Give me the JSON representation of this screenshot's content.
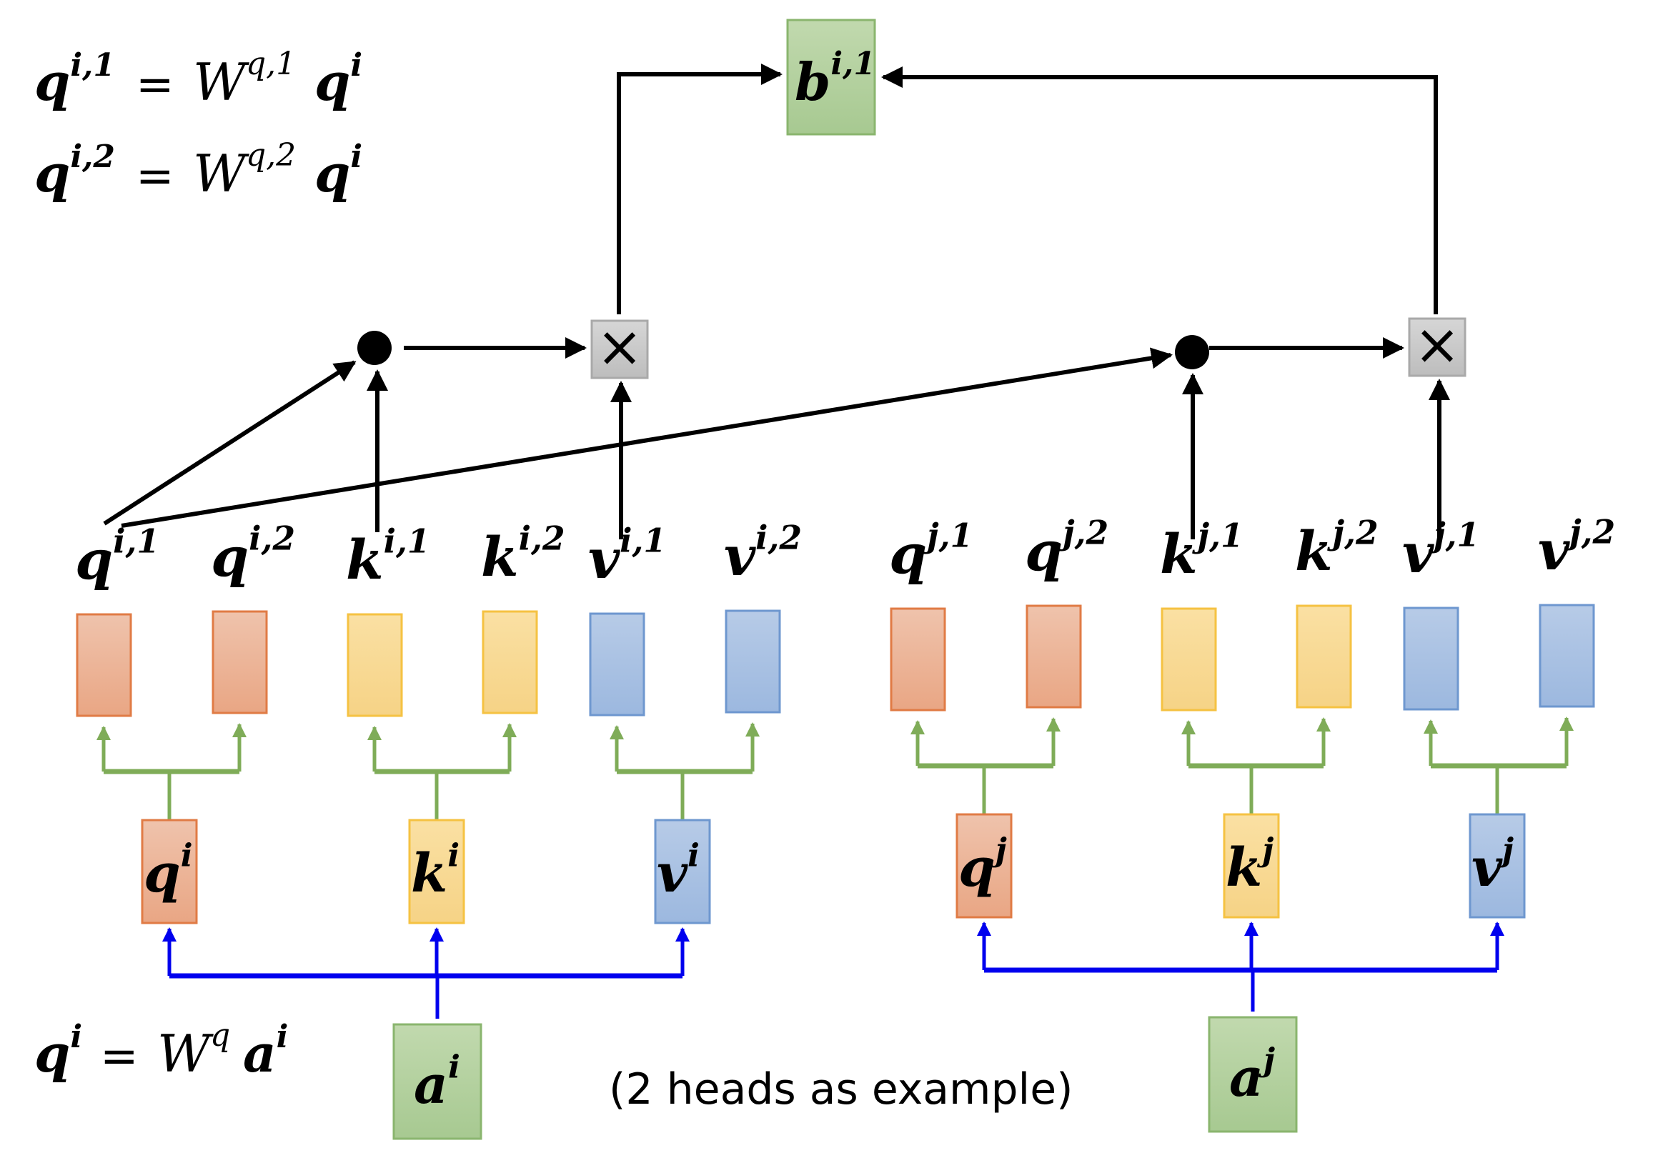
{
  "equations": {
    "head1": {
      "lhs": "q",
      "lhs_sup": "i,1",
      "eq": "=",
      "w": "W",
      "w_sup": "q,1",
      "rhs": "q",
      "rhs_sup": "i"
    },
    "head2": {
      "lhs": "q",
      "lhs_sup": "i,2",
      "eq": "=",
      "w": "W",
      "w_sup": "q,2",
      "rhs": "q",
      "rhs_sup": "i"
    },
    "projection": {
      "lhs": "q",
      "lhs_sup": "i",
      "eq": "=",
      "w": "W",
      "w_sup": "q",
      "rhs": "a",
      "rhs_sup": "i"
    }
  },
  "output": {
    "base": "b",
    "sup": "i,1"
  },
  "note": "(2 heads as example)",
  "inputs": [
    {
      "base": "a",
      "sup": "i"
    },
    {
      "base": "a",
      "sup": "j"
    }
  ],
  "qkv": [
    {
      "base": "q",
      "sup": "i"
    },
    {
      "base": "k",
      "sup": "i"
    },
    {
      "base": "v",
      "sup": "i"
    },
    {
      "base": "q",
      "sup": "j"
    },
    {
      "base": "k",
      "sup": "j"
    },
    {
      "base": "v",
      "sup": "j"
    }
  ],
  "heads": [
    {
      "base": "q",
      "sup": "i,1"
    },
    {
      "base": "q",
      "sup": "i,2"
    },
    {
      "base": "k",
      "sup": "i,1"
    },
    {
      "base": "k",
      "sup": "i,2"
    },
    {
      "base": "v",
      "sup": "i,1"
    },
    {
      "base": "v",
      "sup": "i,2"
    },
    {
      "base": "q",
      "sup": "j,1"
    },
    {
      "base": "q",
      "sup": "j,2"
    },
    {
      "base": "k",
      "sup": "j,1"
    },
    {
      "base": "k",
      "sup": "j,2"
    },
    {
      "base": "v",
      "sup": "j,1"
    },
    {
      "base": "v",
      "sup": "j,2"
    }
  ],
  "operators": {
    "dot": "dot-product",
    "multiply": "×"
  },
  "colors": {
    "query": "#e9a684",
    "key": "#f7d587",
    "value": "#9db9e0",
    "input": "#a9cb91",
    "operator": "#c8c8c8",
    "green_arrow": "#7fac58",
    "blue_arrow": "#0000ee",
    "black_arrow": "#000000"
  }
}
